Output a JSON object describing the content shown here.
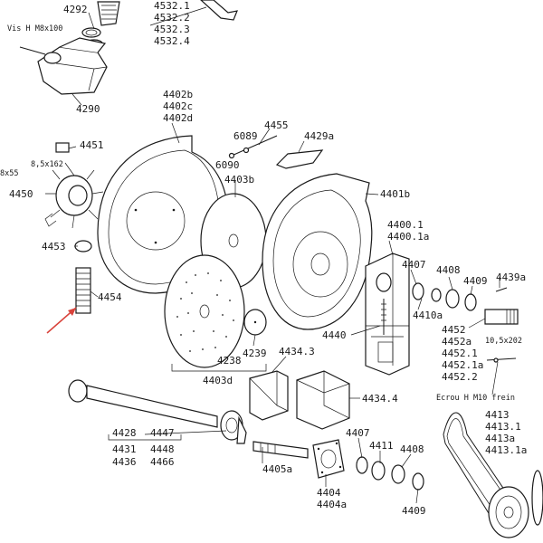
{
  "accent_color": "#d9423a",
  "labels": {
    "l4292": "4292",
    "l4532_1": "4532.1",
    "l4532_2": "4532.2",
    "l4532_3": "4532.3",
    "l4532_4": "4532.4",
    "vis_m8": "Vis H M8x100",
    "l4290": "4290",
    "l4402b": "4402b",
    "l4402c": "4402c",
    "l4402d": "4402d",
    "l4455": "4455",
    "l6089": "6089",
    "l4429a": "4429a",
    "l6090": "6090",
    "l4451": "4451",
    "l8_5x162": "8,5x162",
    "l8x55": "8x55",
    "l4450": "4450",
    "l4403b": "4403b",
    "l4401b": "4401b",
    "l4400_1": "4400.1",
    "l4400_1a": "4400.1a",
    "l4453": "4453",
    "l4407a": "4407",
    "l4408a": "4408",
    "l4409a": "4409",
    "l4439a": "4439a",
    "l4454": "4454",
    "l4410a": "4410a",
    "l4452": "4452",
    "l4452a": "4452a",
    "l10_5x202": "10,5x202",
    "l4452_1": "4452.1",
    "l4452_1a": "4452.1a",
    "l4452_2": "4452.2",
    "l4440": "4440",
    "l4239": "4239",
    "l4434_3": "4434.3",
    "l4238": "4238",
    "l4403d": "4403d",
    "ecrou": "Ecrou H M10 frein",
    "l4434_4": "4434.4",
    "l4413": "4413",
    "l4413_1": "4413.1",
    "l4413a": "4413a",
    "l4413_1a": "4413.1a",
    "l4407b": "4407",
    "l4411": "4411",
    "l4408b": "4408",
    "l4428": "4428",
    "l4447": "4447",
    "l4431": "4431",
    "l4448": "4448",
    "l4436": "4436",
    "l4466": "4466",
    "l4405a": "4405a",
    "l4404": "4404",
    "l4404a": "4404a",
    "l4409b": "4409"
  }
}
